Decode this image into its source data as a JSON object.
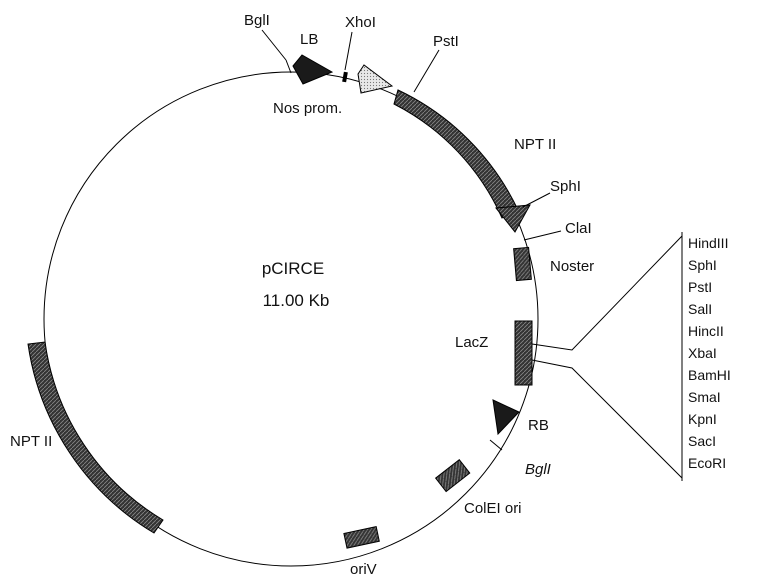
{
  "plasmid": {
    "name": "pCIRCE",
    "size": "11.00 Kb"
  },
  "features": {
    "lb": "LB",
    "nos_prom": "Nos prom.",
    "nptii_top": "NPT II",
    "noster": "Noster",
    "lacz": "LacZ",
    "rb": "RB",
    "colei": "ColEI ori",
    "oriv": "oriV",
    "nptii_left": "NPT II"
  },
  "sites": {
    "bgli_top": "BglI",
    "xhoi": "XhoI",
    "psti": "PstI",
    "sphi": "SphI",
    "clai": "ClaI",
    "bgli_bottom": "BglI"
  },
  "mcs": [
    "HindIII",
    "SphI",
    "PstI",
    "SalI",
    "HincII",
    "XbaI",
    "BamHI",
    "SmaI",
    "KpnI",
    "SacI",
    "EcoRI"
  ],
  "colors": {
    "block": "#2b2b2b",
    "promoter": "#d8d8d8",
    "line": "#000000"
  }
}
